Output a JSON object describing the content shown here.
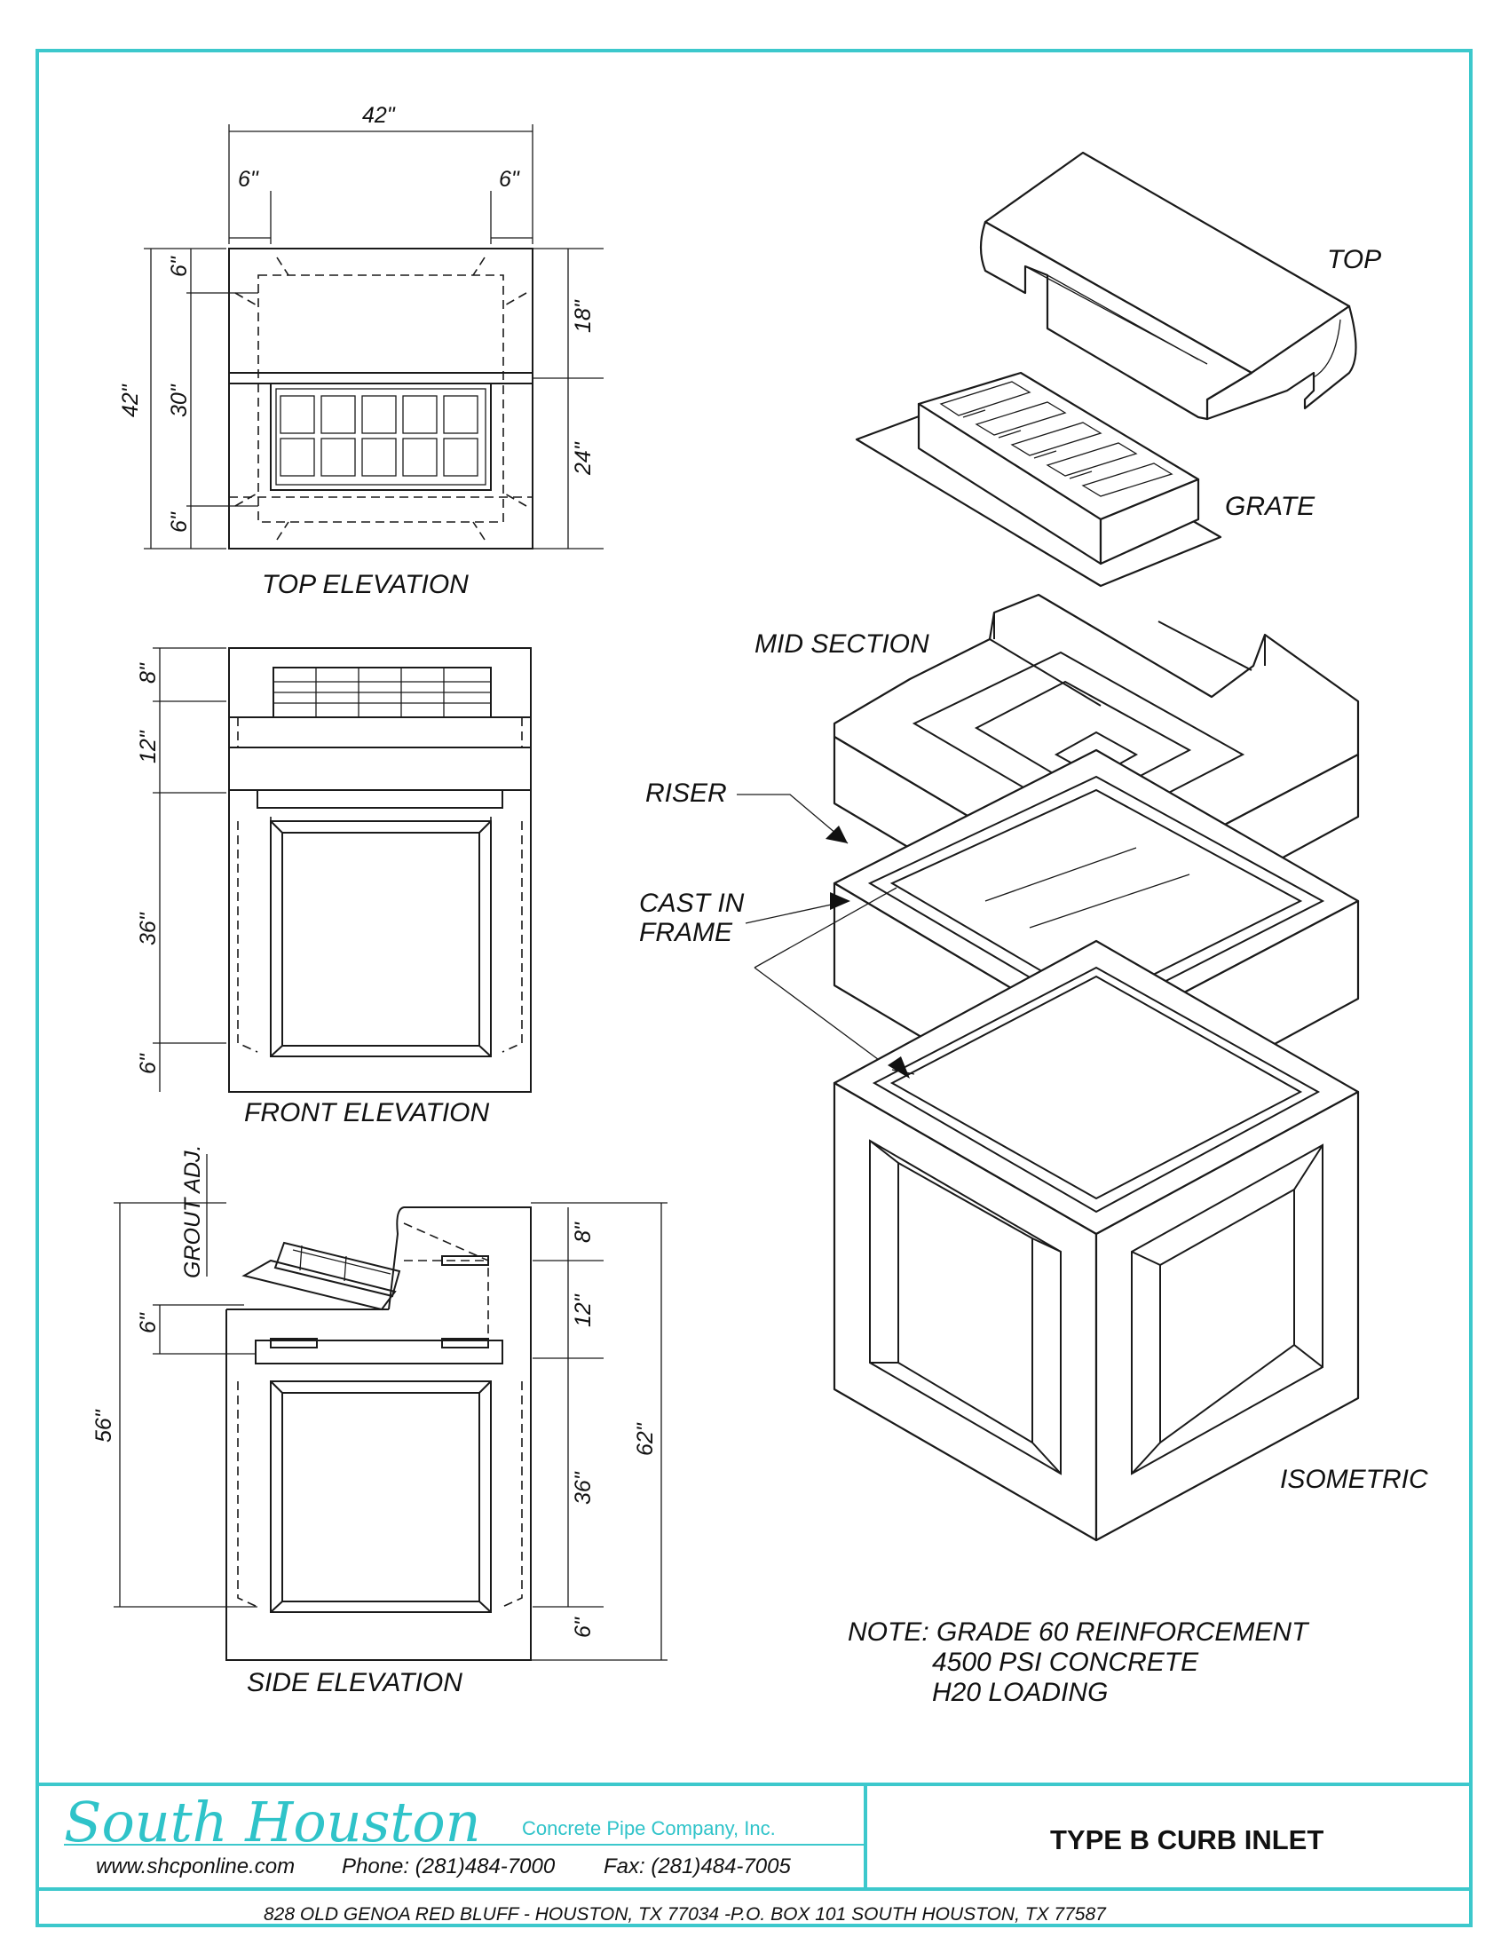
{
  "views": {
    "top_elevation": "TOP ELEVATION",
    "front_elevation": "FRONT ELEVATION",
    "side_elevation": "SIDE ELEVATION",
    "isometric": "ISOMETRIC"
  },
  "iso_labels": {
    "top": "TOP",
    "grate": "GRATE",
    "mid_section": "MID SECTION",
    "riser": "RISER",
    "cast_in_frame_1": "CAST IN",
    "cast_in_frame_2": "FRAME"
  },
  "dimensions": {
    "top": {
      "overall_width": "42\"",
      "left_offset": "6\"",
      "right_offset": "6\"",
      "overall_height": "42\"",
      "inner_height": "30\"",
      "top_margin": "6\"",
      "bottom_margin": "6\"",
      "upper_part": "18\"",
      "lower_part": "24\""
    },
    "front": {
      "grate_height": "8\"",
      "mid_height": "12\"",
      "riser_height": "36\"",
      "base": "6\""
    },
    "side": {
      "grout": "GROUT ADJ.",
      "grout_dim": "6\"",
      "overall_left": "56\"",
      "grate_height": "8\"",
      "mid_height": "12\"",
      "riser_height": "36\"",
      "base": "6\"",
      "overall_right": "62\""
    }
  },
  "note": {
    "line1": "NOTE: GRADE 60 REINFORCEMENT",
    "line2": "4500 PSI CONCRETE",
    "line3": "H20 LOADING"
  },
  "title_block": {
    "company_script": "South Houston",
    "company_name": "Concrete Pipe Company, Inc.",
    "website": "www.shcponline.com",
    "phone": "Phone: (281)484-7000",
    "fax": "Fax: (281)484-7005",
    "drawing_title": "TYPE B CURB INLET",
    "address": "828 OLD GENOA RED BLUFF - HOUSTON, TX 77034 -P.O. BOX 101 SOUTH HOUSTON, TX 77587"
  },
  "colors": {
    "border": "#3cc8cc",
    "brand": "#2fc3c9",
    "lines": "#1a1a1a"
  }
}
